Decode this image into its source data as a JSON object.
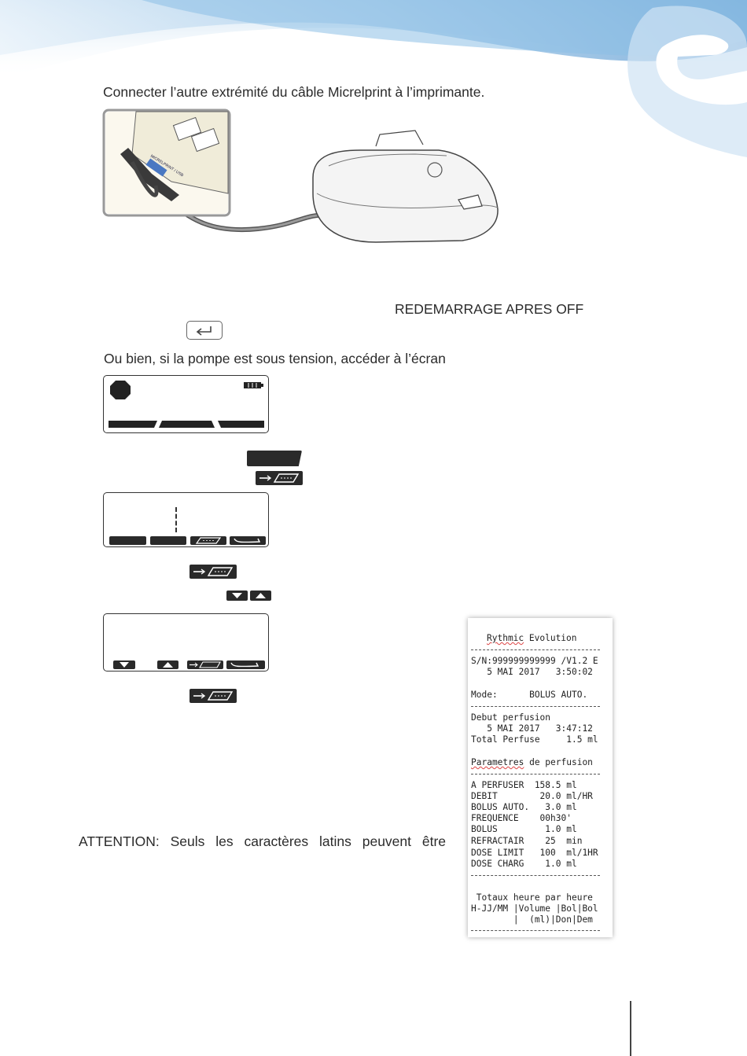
{
  "instructions": {
    "connect_cable": "Connecter l’autre extrémité du câble Micrelprint à l’imprimante.",
    "restart_label": "REDEMARRAGE APRES OFF",
    "alternative": "Ou bien, si la pompe est sous tension, accéder à l’écran",
    "attention": "ATTENTION: Seuls les caractères latins peuvent être"
  },
  "printer_illustration": {
    "port_label": "MICRELPRINT / USB"
  },
  "receipt": {
    "title_word1": "Rythmic",
    "title_word2": " Evolution",
    "serial": "S/N:999999999999 /V1.2 E",
    "serial_date": "   5 MAI 2017   3:50:02",
    "mode_label": "Mode:",
    "mode_value": "      BOLUS AUTO.",
    "debut": "Debut perfusion",
    "debut_date": "   5 MAI 2017   3:47:12",
    "total": "Total Perfuse     1.5 ml",
    "params_word1": "Parametres",
    "params_word2": " de perfusion",
    "rows": [
      "A PERFUSER  158.5 ml",
      "DEBIT        20.0 ml/HR",
      "BOLUS AUTO.   3.0 ml",
      "FREQUENCE    00h30'",
      "BOLUS         1.0 ml",
      "REFRACTAIR    25  min",
      "DOSE LIMIT   100  ml/1HR",
      "DOSE CHARG    1.0 ml"
    ],
    "totals_title": " Totaux heure par heure",
    "totals_header1": "H-JJ/MM |Volume |Bol|Bol",
    "totals_header2": "        |  (ml)|Don|Dem"
  },
  "colors": {
    "wave_blue": "#7fb4de",
    "wave_light": "#d4e7f5"
  }
}
